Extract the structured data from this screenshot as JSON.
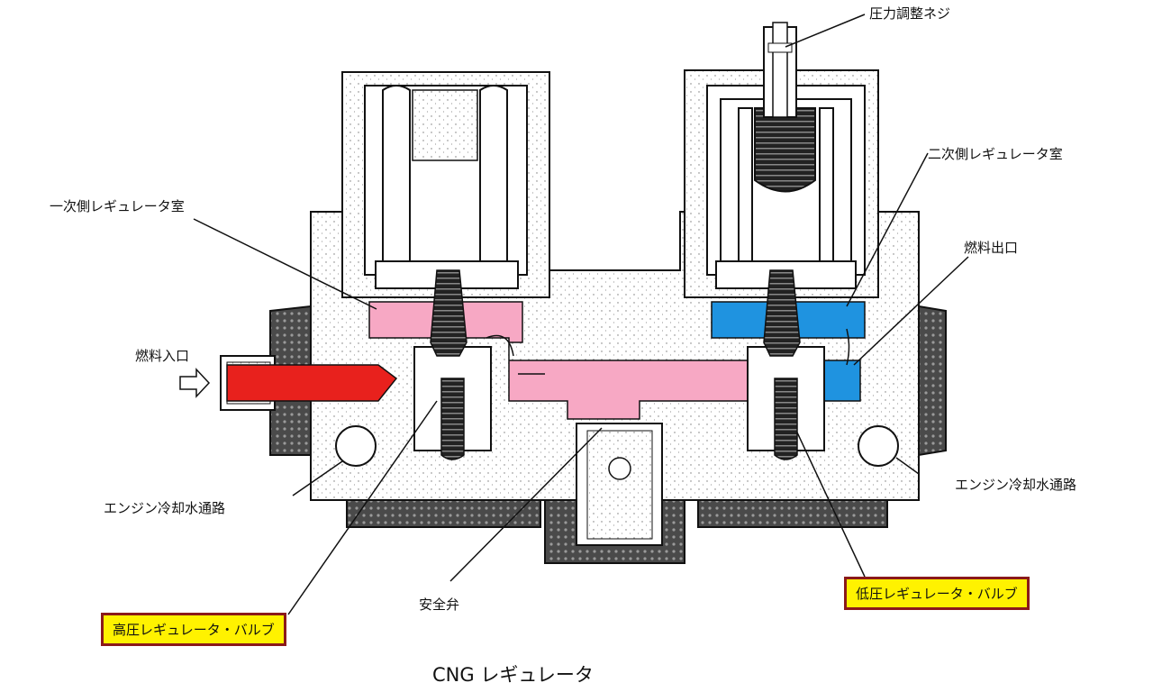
{
  "labels": {
    "pressure_screw": "圧力調整ネジ",
    "secondary_chamber": "二次側レギュレータ室",
    "primary_chamber": "一次側レギュレータ室",
    "fuel_outlet": "燃料出口",
    "fuel_inlet": "燃料入口",
    "coolant_left": "エンジン冷却水通路",
    "coolant_right": "エンジン冷却水通路",
    "safety_valve": "安全弁",
    "low_pressure_valve": "低圧レギュレータ・バルブ",
    "high_pressure_valve": "高圧レギュレータ・バルブ"
  },
  "caption": "CNG レギュレータ",
  "colors": {
    "inlet_red": "#e8211d",
    "primary_pink": "#f7a8c4",
    "secondary_blue": "#1f93e0",
    "highlight_yellow": "#fff200",
    "box_border": "#8b1a1a",
    "gasket_gray": "#555555"
  }
}
